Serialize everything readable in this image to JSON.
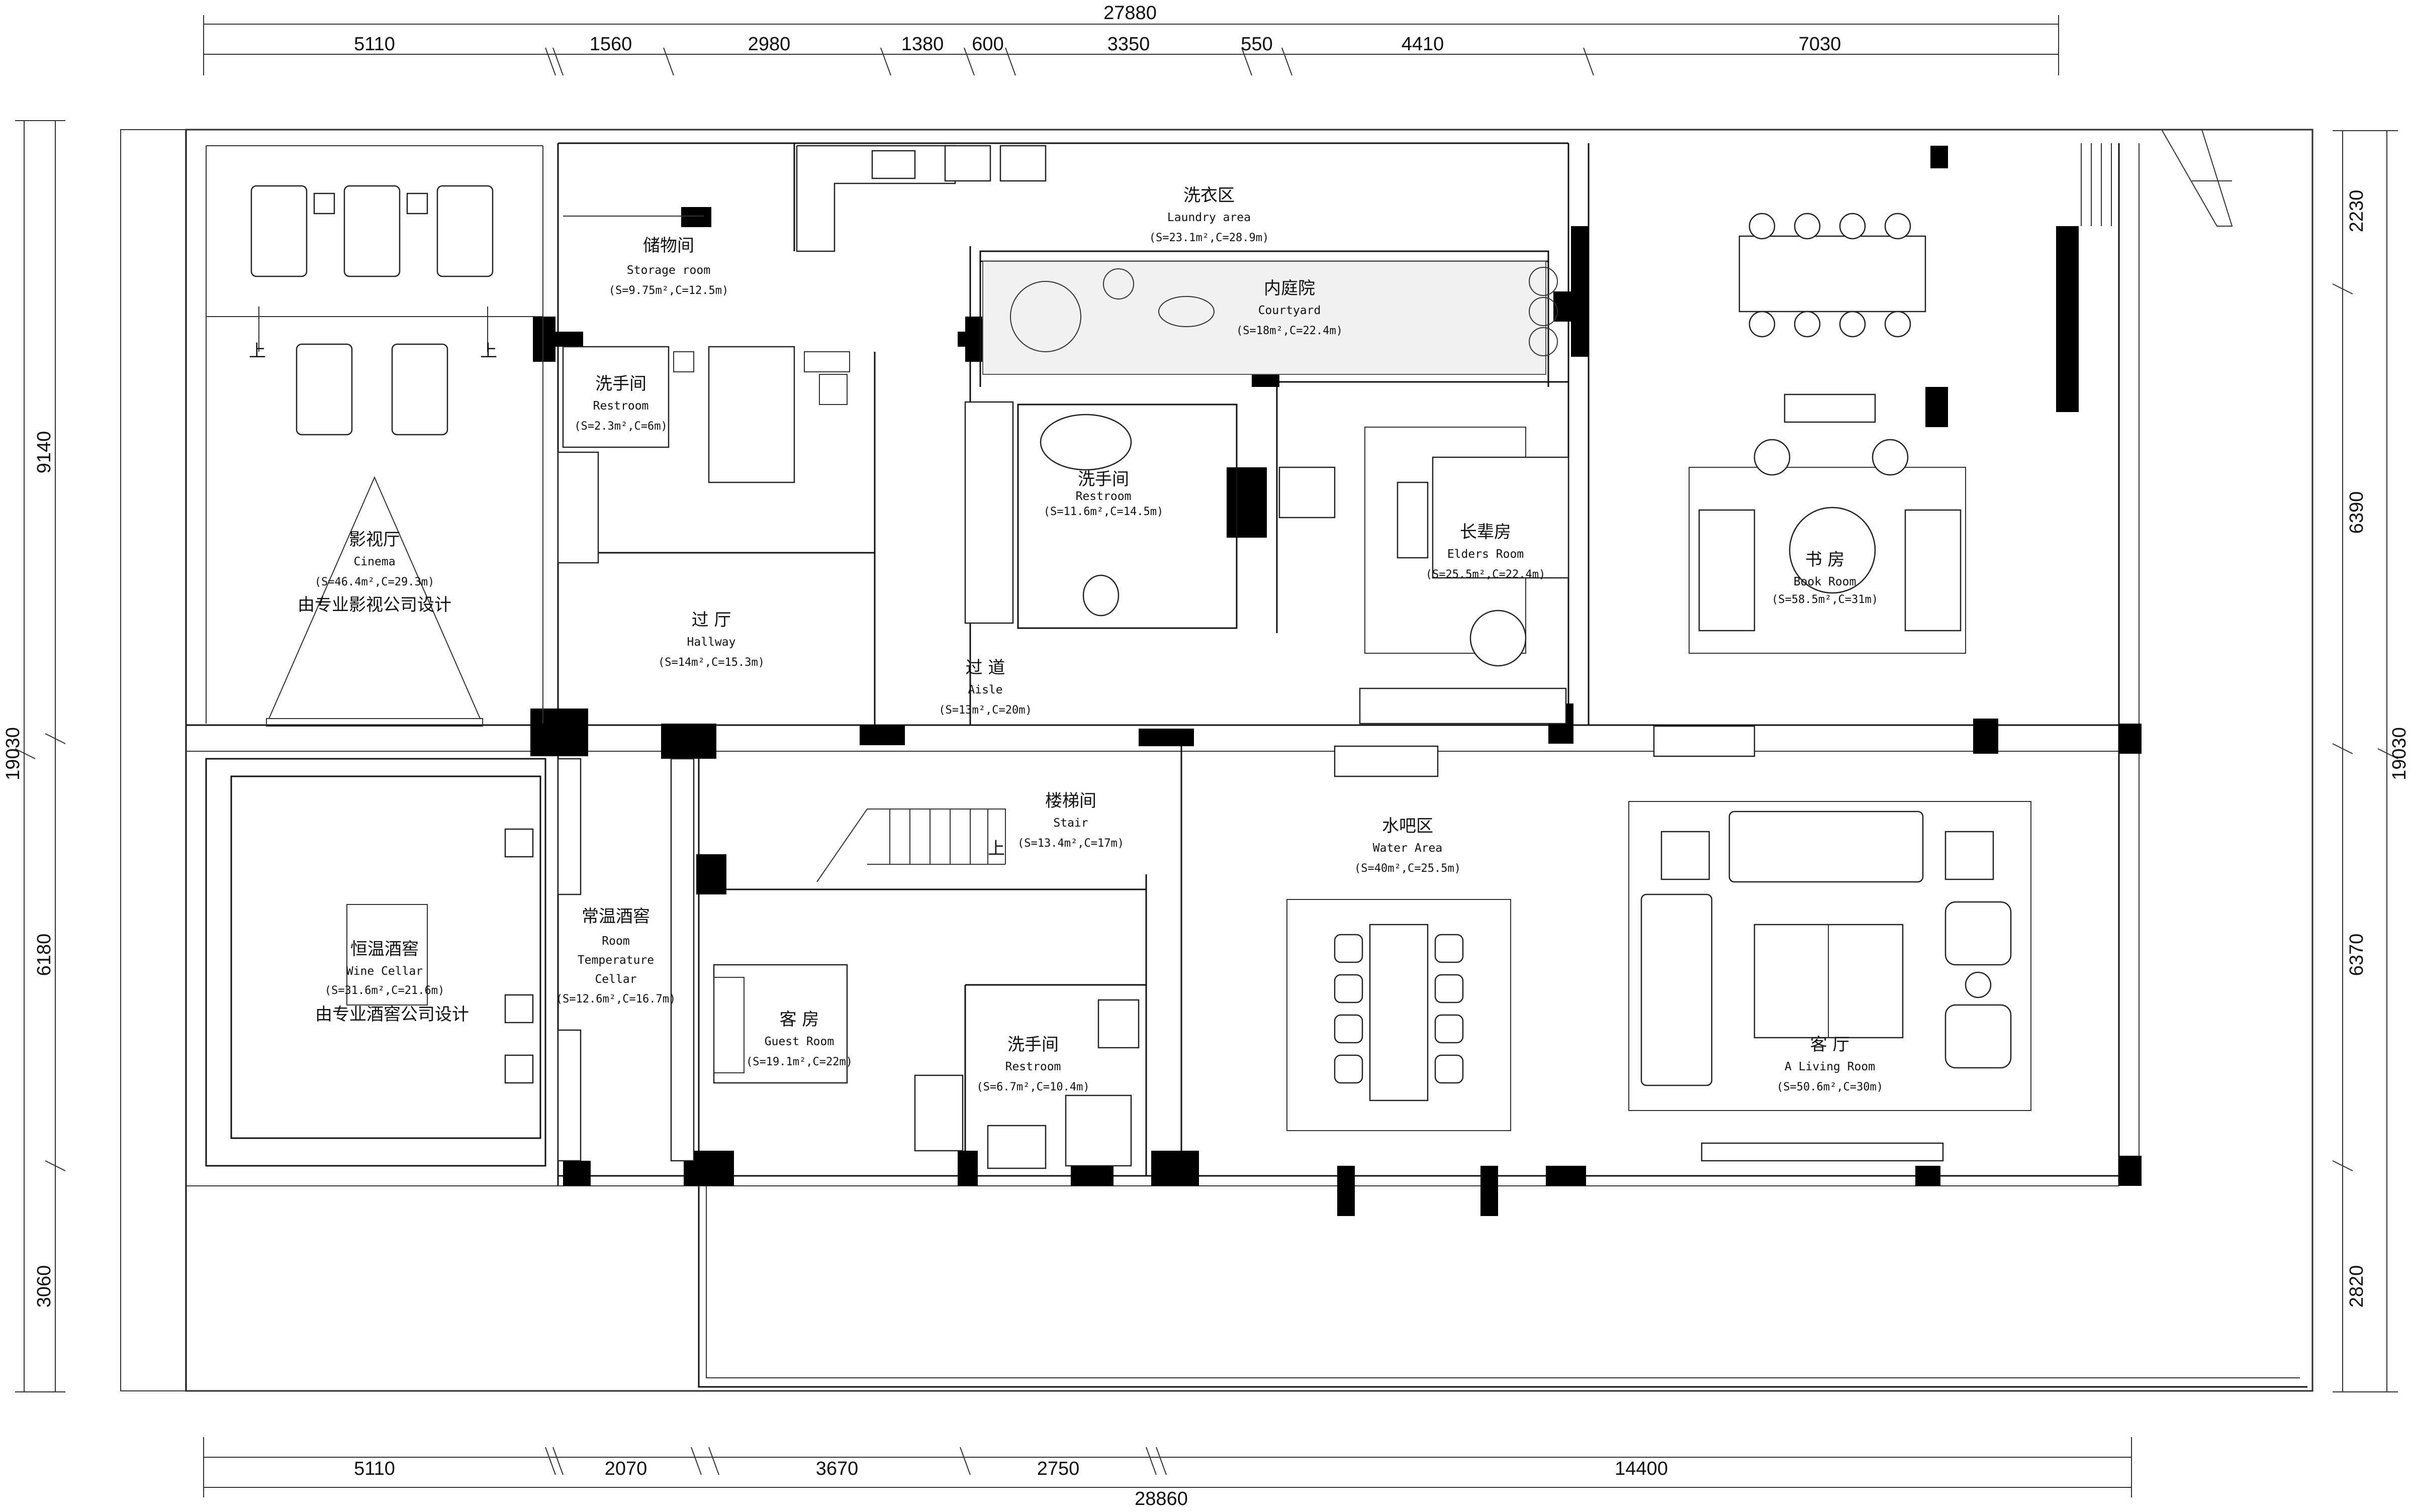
{
  "dimensions": {
    "top_total": "27880",
    "top_segments": [
      "5110",
      "1560",
      "2980",
      "1380",
      "600",
      "3350",
      "550",
      "4410",
      "7030"
    ],
    "bottom_total": "28860",
    "bottom_segments": [
      "5110",
      "2070",
      "3670",
      "2750",
      "14400"
    ],
    "left_total": "19030",
    "left_segments": [
      "9140",
      "6180",
      "3060"
    ],
    "right_total": "19030",
    "right_segments": [
      "2230",
      "6390",
      "6370",
      "2820"
    ]
  },
  "rooms": {
    "laundry": {
      "zh": "洗衣区",
      "en": "Laundry area",
      "area": "(S=23.1m²,C=28.9m)"
    },
    "storage": {
      "zh": "储物间",
      "en": "Storage room",
      "area": "(S=9.75m²,C=12.5m)"
    },
    "courtyard": {
      "zh": "内庭院",
      "en": "Courtyard",
      "area": "(S=18m²,C=22.4m)"
    },
    "restroom_small": {
      "zh": "洗手间",
      "en": "Restroom",
      "area": "(S=2.3m²,C=6m)"
    },
    "restroom_main": {
      "zh": "洗手间",
      "en": "Restroom",
      "area": "(S=11.6m²,C=14.5m)"
    },
    "cinema": {
      "zh": "影视厅",
      "en": "Cinema",
      "area": "(S=46.4m²,C=29.3m)",
      "note": "由专业影视公司设计"
    },
    "hallway": {
      "zh": "过 厅",
      "en": "Hallway",
      "area": "(S=14m²,C=15.3m)"
    },
    "aisle": {
      "zh": "过 道",
      "en": "Aisle",
      "area": "(S=13m²,C=20m)"
    },
    "elders": {
      "zh": "长辈房",
      "en": "Elders Room",
      "area": "(S=25.5m²,C=22.4m)"
    },
    "book": {
      "zh": "书 房",
      "en": "Book Room",
      "area": "(S=58.5m²,C=31m)"
    },
    "stair": {
      "zh": "楼梯间",
      "en": "Stair",
      "area": "(S=13.4m²,C=17m)"
    },
    "water": {
      "zh": "水吧区",
      "en": "Water Area",
      "area": "(S=40m²,C=25.5m)"
    },
    "wine": {
      "zh": "恒温酒窖",
      "en": "Wine Cellar",
      "area": "(S=31.6m²,C=21.6m)",
      "note": "由专业酒窖公司设计"
    },
    "room_temp": {
      "zh": "常温酒窖",
      "en1": "Room",
      "en2": "Temperature",
      "en3": "Cellar",
      "area": "(S=12.6m²,C=16.7m)"
    },
    "guest": {
      "zh": "客 房",
      "en": "Guest Room",
      "area": "(S=19.1m²,C=22m)"
    },
    "restroom_guest": {
      "zh": "洗手间",
      "en": "Restroom",
      "area": "(S=6.7m²,C=10.4m)"
    },
    "living": {
      "zh": "客 厅",
      "en": "A Living Room",
      "area": "(S=50.6m²,C=30m)"
    }
  },
  "markers": {
    "up": "上"
  }
}
